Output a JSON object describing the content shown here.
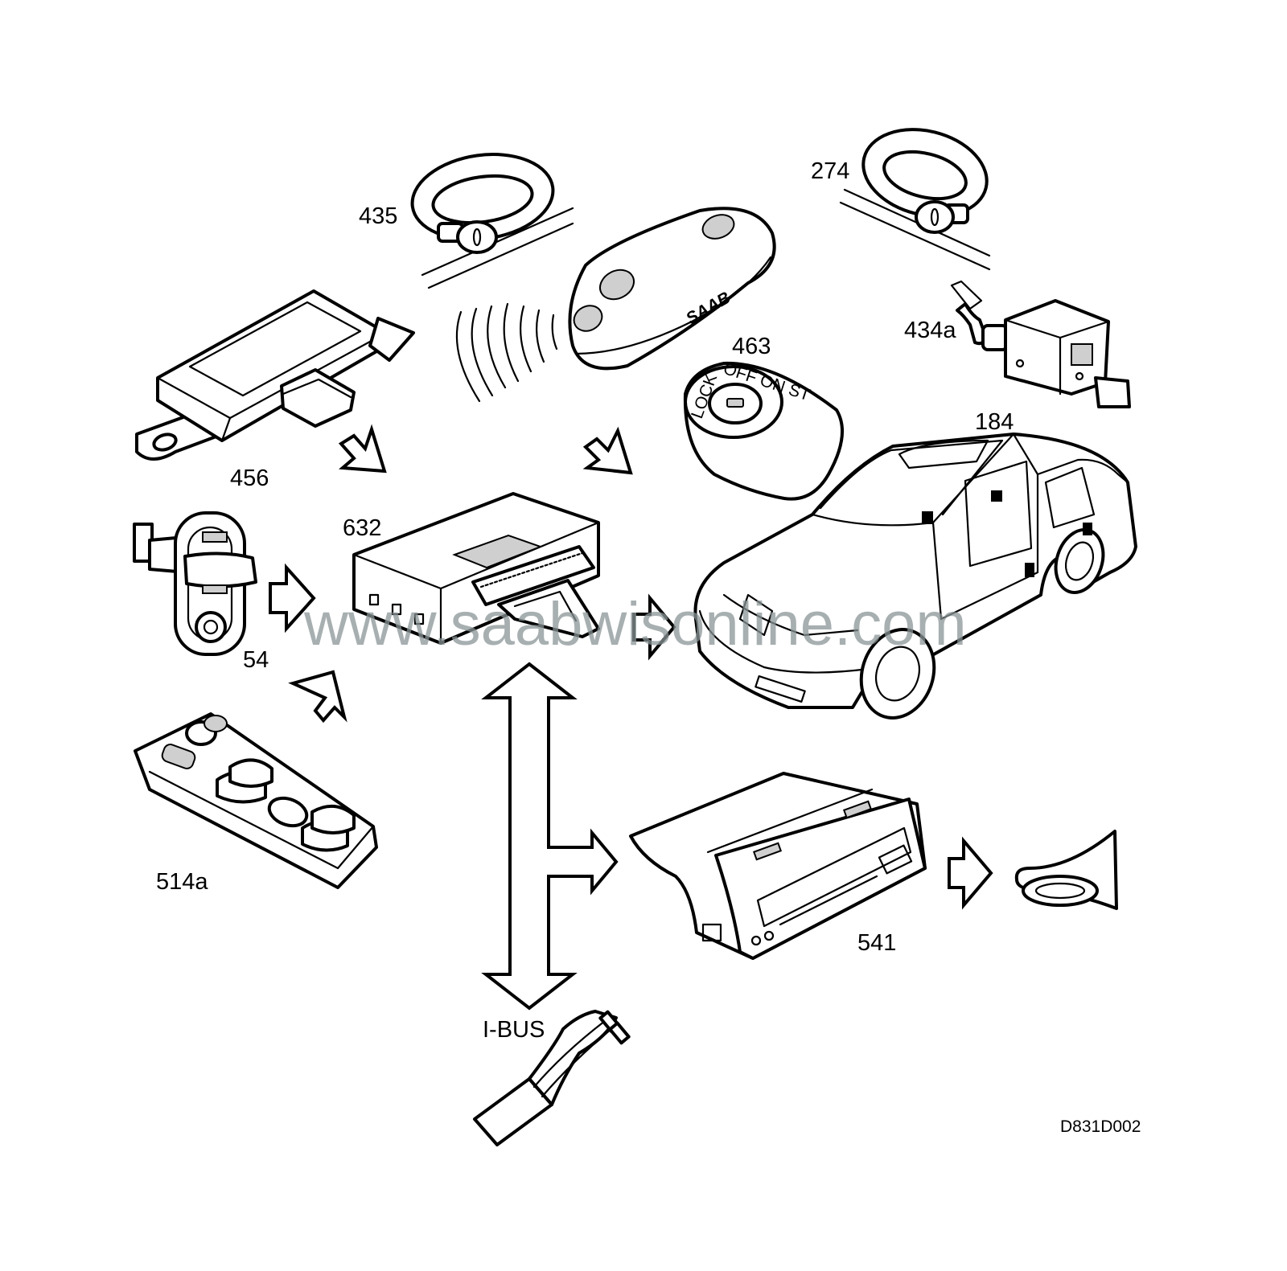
{
  "labels": {
    "435": "435",
    "274": "274",
    "434a": "434a",
    "463": "463",
    "456": "456",
    "184": "184",
    "632": "632",
    "54": "54",
    "514a": "514a",
    "541": "541",
    "ibus": "I-BUS"
  },
  "watermark": "www.saabwisonline.com",
  "drawing_id": "D831D002",
  "key_brand": "SAAB",
  "ignition_text": {
    "lock": "LOCK",
    "positions": "OFF ON ST"
  }
}
